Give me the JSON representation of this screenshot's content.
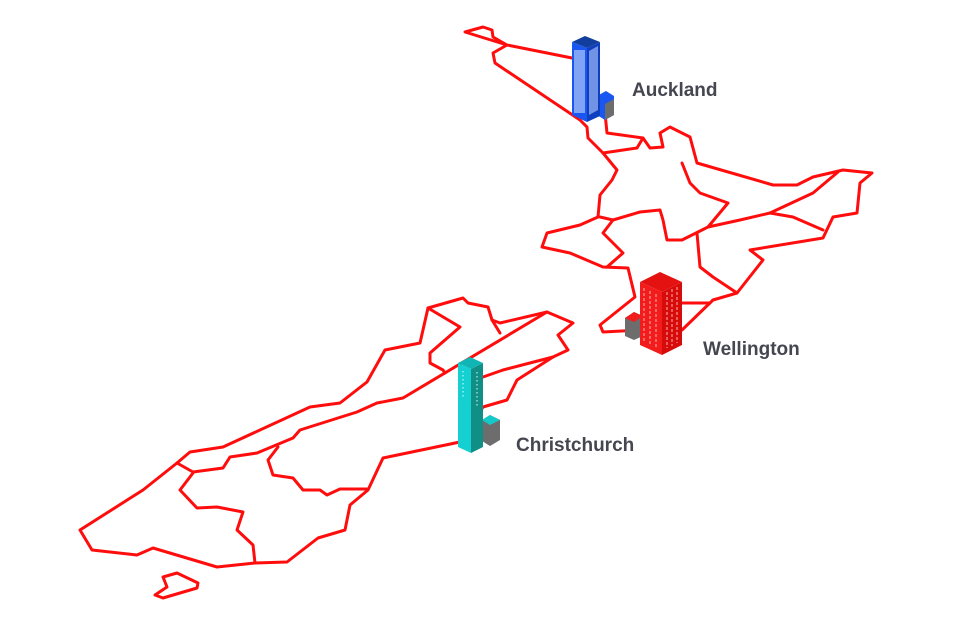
{
  "map": {
    "colors": {
      "boundary": "#ff0d0d",
      "label": "#454650",
      "auckland_building": "#1a56f0",
      "wellington_building": "#f21c1c",
      "christchurch_building": "#14c9c9"
    },
    "cities": [
      {
        "name": "Auckland",
        "icon": "skyscraper-icon"
      },
      {
        "name": "Wellington",
        "icon": "office-tower-icon"
      },
      {
        "name": "Christchurch",
        "icon": "tower-icon"
      }
    ]
  }
}
